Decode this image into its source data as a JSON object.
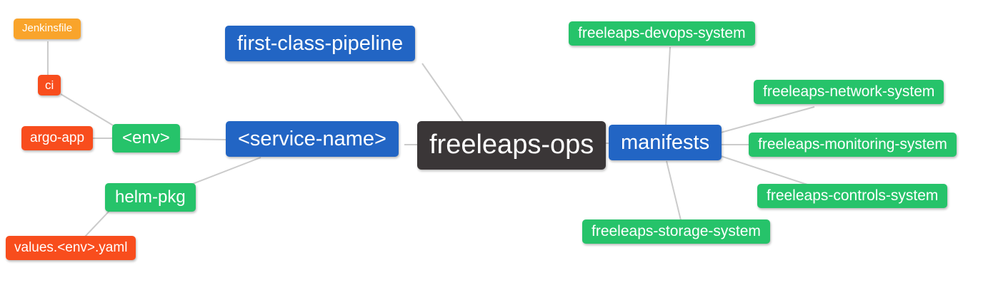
{
  "diagram": {
    "type": "mindmap",
    "root": "freeleaps-ops",
    "background": "#ffffff",
    "edge_color": "#cbcbcb",
    "palette": {
      "blue": "#2265c4",
      "green": "#26c36a",
      "orange": "#f9a42b",
      "red": "#f84d1d",
      "dark": "#3a3637",
      "text": "#ffffff"
    },
    "nodes": {
      "jenkinsfile": {
        "label": "Jenkinsfile",
        "color": "orange"
      },
      "ci": {
        "label": "ci",
        "color": "red"
      },
      "argo_app": {
        "label": "argo-app",
        "color": "red"
      },
      "env": {
        "label": "<env>",
        "color": "green"
      },
      "helm_pkg": {
        "label": "helm-pkg",
        "color": "green"
      },
      "values_env_yaml": {
        "label": "values.<env>.yaml",
        "color": "red"
      },
      "service_name": {
        "label": "<service-name>",
        "color": "blue"
      },
      "first_class_pipeline": {
        "label": "first-class-pipeline",
        "color": "blue"
      },
      "freeleaps_ops": {
        "label": "freeleaps-ops",
        "color": "dark"
      },
      "manifests": {
        "label": "manifests",
        "color": "blue"
      },
      "devops_system": {
        "label": "freeleaps-devops-system",
        "color": "green"
      },
      "network_system": {
        "label": "freeleaps-network-system",
        "color": "green"
      },
      "monitoring_system": {
        "label": "freeleaps-monitoring-system",
        "color": "green"
      },
      "controls_system": {
        "label": "freeleaps-controls-system",
        "color": "green"
      },
      "storage_system": {
        "label": "freeleaps-storage-system",
        "color": "green"
      }
    },
    "edges": [
      [
        "jenkinsfile",
        "ci"
      ],
      [
        "ci",
        "env"
      ],
      [
        "argo_app",
        "env"
      ],
      [
        "env",
        "service_name"
      ],
      [
        "helm_pkg",
        "service_name"
      ],
      [
        "values_env_yaml",
        "helm_pkg"
      ],
      [
        "first_class_pipeline",
        "freeleaps_ops"
      ],
      [
        "service_name",
        "freeleaps_ops"
      ],
      [
        "freeleaps_ops",
        "manifests"
      ],
      [
        "manifests",
        "devops_system"
      ],
      [
        "manifests",
        "network_system"
      ],
      [
        "manifests",
        "monitoring_system"
      ],
      [
        "manifests",
        "controls_system"
      ],
      [
        "manifests",
        "storage_system"
      ]
    ]
  }
}
